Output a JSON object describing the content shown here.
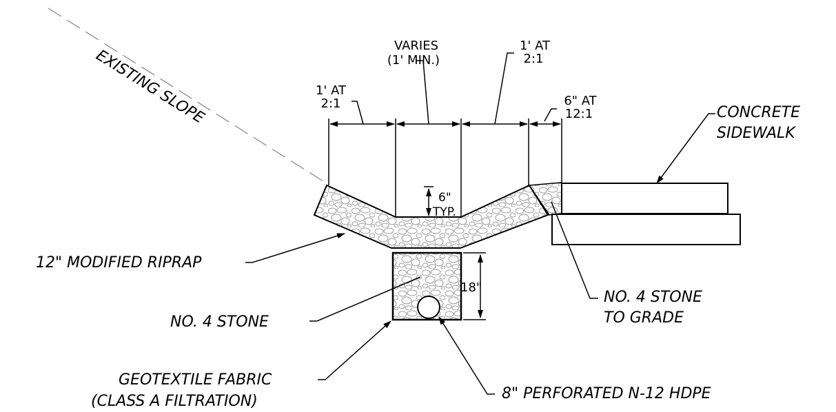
{
  "labels": {
    "existing_slope": "EXISTING SLOPE",
    "varies_1": "VARIES",
    "varies_2": "(1' MIN.)",
    "left_1ft_1": "1' AT",
    "left_1ft_2": "2:1",
    "right_1ft_1": "1' AT",
    "right_1ft_2": "2:1",
    "six_in_1": "6\" AT",
    "six_in_2": "12:1",
    "concrete_1": "CONCRETE",
    "concrete_2": "SIDEWALK",
    "typ_1": "6\"",
    "typ_2": "TYP.",
    "riprap": "12\" MODIFIED RIPRAP",
    "eighteen": "18\"",
    "stone_left": "NO. 4 STONE",
    "stone_right_1": "NO. 4 STONE",
    "stone_right_2": "TO GRADE",
    "geotextile_1": "GEOTEXTILE FABRIC",
    "geotextile_2": "(CLASS A FILTRATION)",
    "pipe": "8\" PERFORATED N-12 HDPE"
  },
  "colors": {
    "line": "#000000",
    "slope_dash": "#999999",
    "aggregate": "#9a9a9a"
  }
}
